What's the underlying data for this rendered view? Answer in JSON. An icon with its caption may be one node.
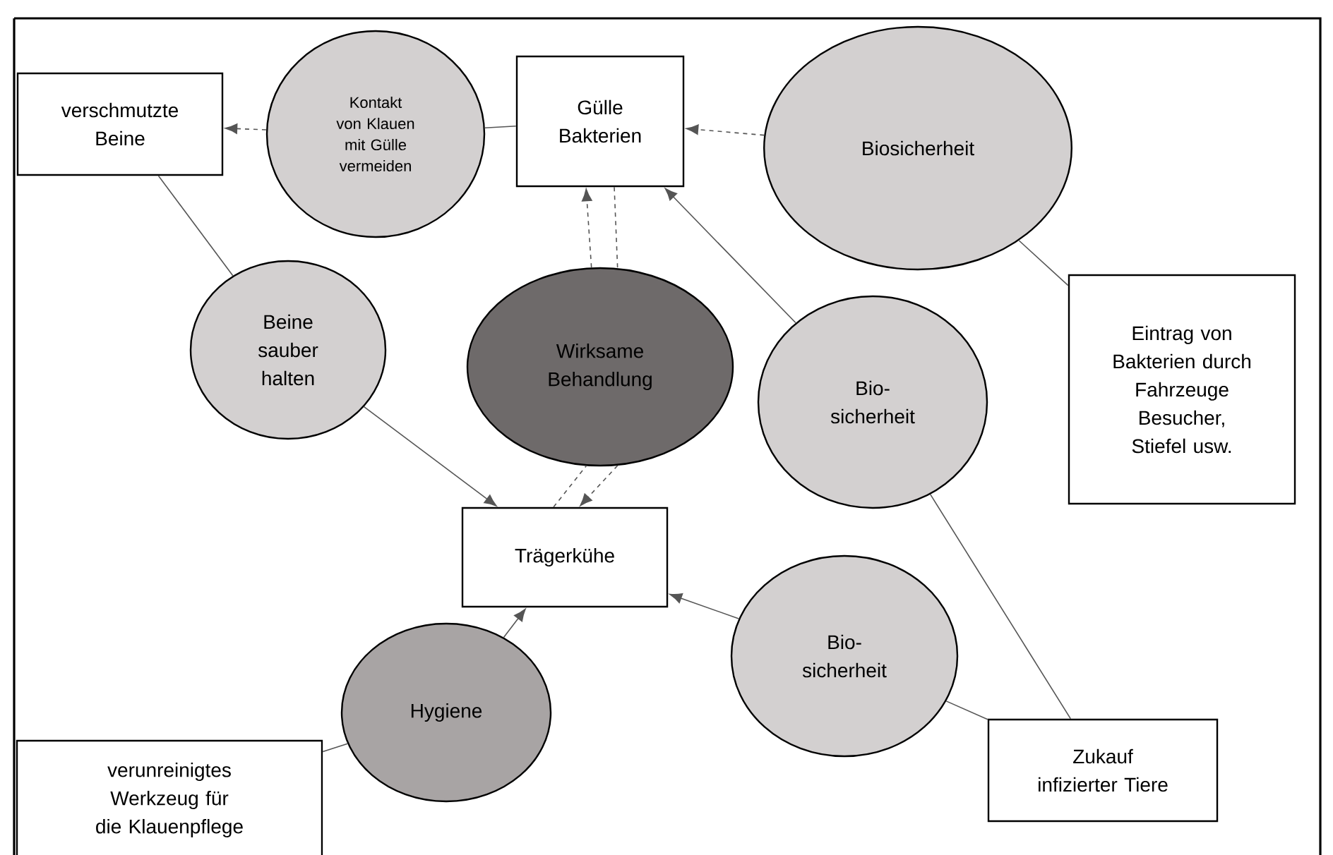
{
  "diagram": {
    "nodes": [
      {
        "text": [
          "verschmutzte Beine"
        ]
      },
      {
        "text": [
          "Kontakt von Klauen mit Gülle vermeiden"
        ]
      },
      {
        "text": [
          "Gülle Bakterien"
        ]
      },
      {
        "text": [
          "Biosicherheit"
        ]
      },
      {
        "text": [
          "Beine sauber halten"
        ]
      },
      {
        "text": [
          "Wirksame Behandlung"
        ]
      },
      {
        "text": [
          "Eintrag von Bakterien durch Fahrzeuge Besucher, Stiefel usw."
        ]
      },
      {
        "text": [
          "Bio- sicherheit"
        ]
      },
      {
        "text": [
          "Trägerkühe"
        ]
      },
      {
        "text": [
          "Bio- sicherheit"
        ]
      },
      {
        "text": [
          "Hygiene"
        ]
      },
      {
        "text": [
          "verunreinigtes Werkzeug für die Klauenpflege"
        ]
      },
      {
        "text": [
          "Zukauf infizierter Tiere"
        ]
      }
    ],
    "edges": [
      {
        "from": 1,
        "to": 0,
        "arrow": "to",
        "style": "dashed"
      },
      {
        "from": 2,
        "to": 1,
        "arrow": "none"
      },
      {
        "from": 0,
        "to": 4,
        "arrow": "none"
      },
      {
        "from": 4,
        "to": 8,
        "arrow": "to"
      },
      {
        "from": 5,
        "to": 2,
        "arrow": "to",
        "style": "dashed"
      },
      {
        "from": 2,
        "to": 5,
        "arrow": "none",
        "style": "dashed"
      },
      {
        "from": 3,
        "to": 2,
        "arrow": "to",
        "style": "dashed"
      },
      {
        "from": 6,
        "to": 3,
        "arrow": "none"
      },
      {
        "from": 7,
        "to": 2,
        "arrow": "to"
      },
      {
        "from": 12,
        "to": 7,
        "arrow": "none"
      },
      {
        "from": 8,
        "to": 5,
        "arrow": "none",
        "style": "dashed"
      },
      {
        "from": 5,
        "to": 8,
        "arrow": "to",
        "style": "dashed"
      },
      {
        "from": 9,
        "to": 8,
        "arrow": "to"
      },
      {
        "from": 12,
        "to": 9,
        "arrow": "none"
      },
      {
        "from": 10,
        "to": 8,
        "arrow": "to"
      },
      {
        "from": 11,
        "to": 10,
        "arrow": "none"
      }
    ]
  }
}
